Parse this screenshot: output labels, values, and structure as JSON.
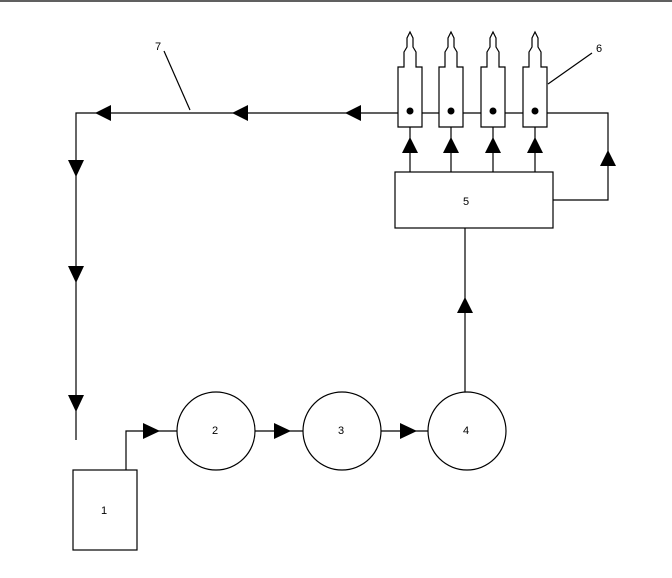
{
  "labels": {
    "tank": "1",
    "circle_a": "2",
    "circle_b": "3",
    "circle_c": "4",
    "block": "5",
    "injectors": "6",
    "return_line": "7"
  }
}
